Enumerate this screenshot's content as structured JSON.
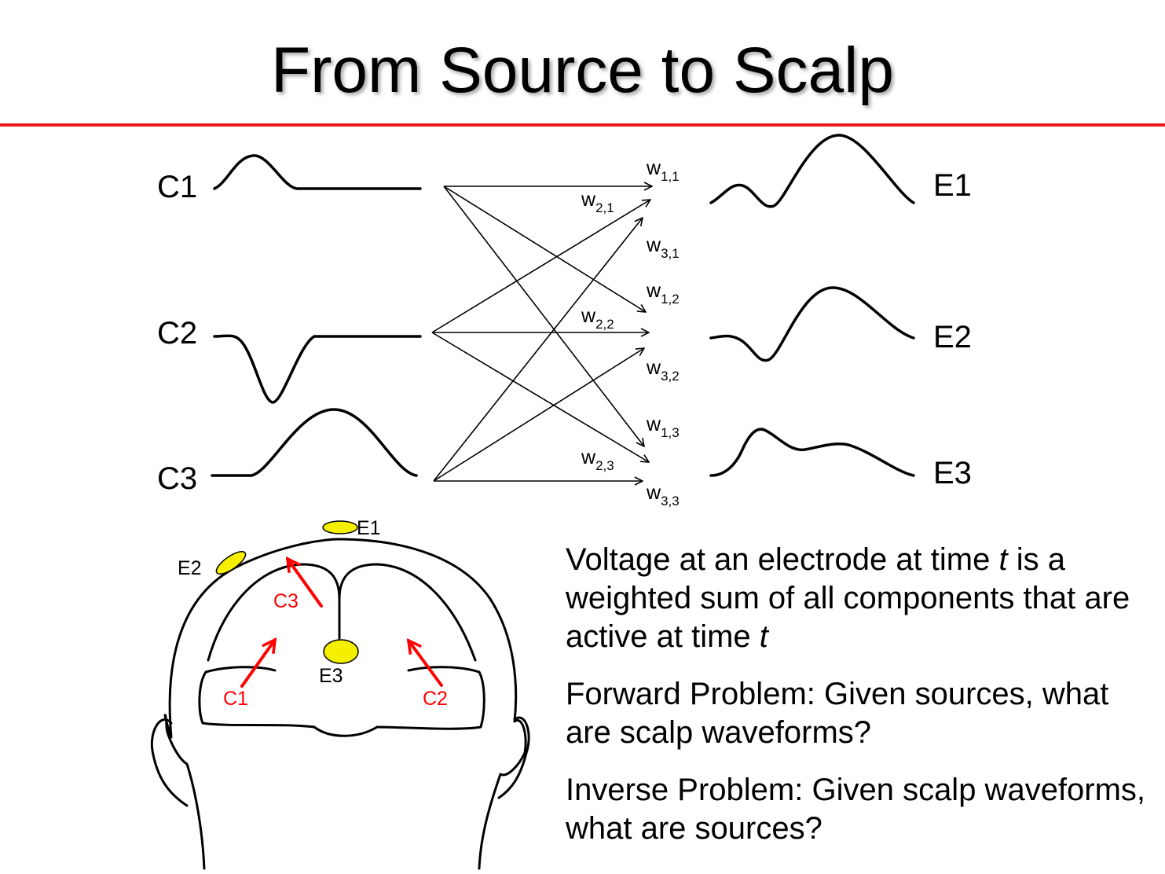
{
  "slide": {
    "title": "From Source to Scalp",
    "rule_color": "#e8191c"
  },
  "components": [
    {
      "label": "C1"
    },
    {
      "label": "C2"
    },
    {
      "label": "C3"
    }
  ],
  "electrodes": [
    {
      "label": "E1"
    },
    {
      "label": "E2"
    },
    {
      "label": "E3"
    }
  ],
  "weights": [
    {
      "base": "w",
      "sub": "1,1"
    },
    {
      "base": "w",
      "sub": "2,1"
    },
    {
      "base": "w",
      "sub": "3,1"
    },
    {
      "base": "w",
      "sub": "1,2"
    },
    {
      "base": "w",
      "sub": "2,2"
    },
    {
      "base": "w",
      "sub": "3,2"
    },
    {
      "base": "w",
      "sub": "1,3"
    },
    {
      "base": "w",
      "sub": "2,3"
    },
    {
      "base": "w",
      "sub": "3,3"
    }
  ],
  "head": {
    "electrode_labels": {
      "e1": "E1",
      "e2": "E2",
      "e3": "E3"
    },
    "source_labels": {
      "c1": "C1",
      "c2": "C2",
      "c3": "C3"
    },
    "electrode_color": "#f5f000",
    "source_color": "#ff0000"
  },
  "text": {
    "p1_before": "Voltage at an electrode at time ",
    "p1_t1": "t",
    "p1_mid": " is a weighted sum of all components that are active at time ",
    "p1_t2": "t",
    "p2": "Forward Problem: Given sources, what are scalp waveforms?",
    "p3": "Inverse Problem: Given scalp waveforms, what are sources?"
  }
}
